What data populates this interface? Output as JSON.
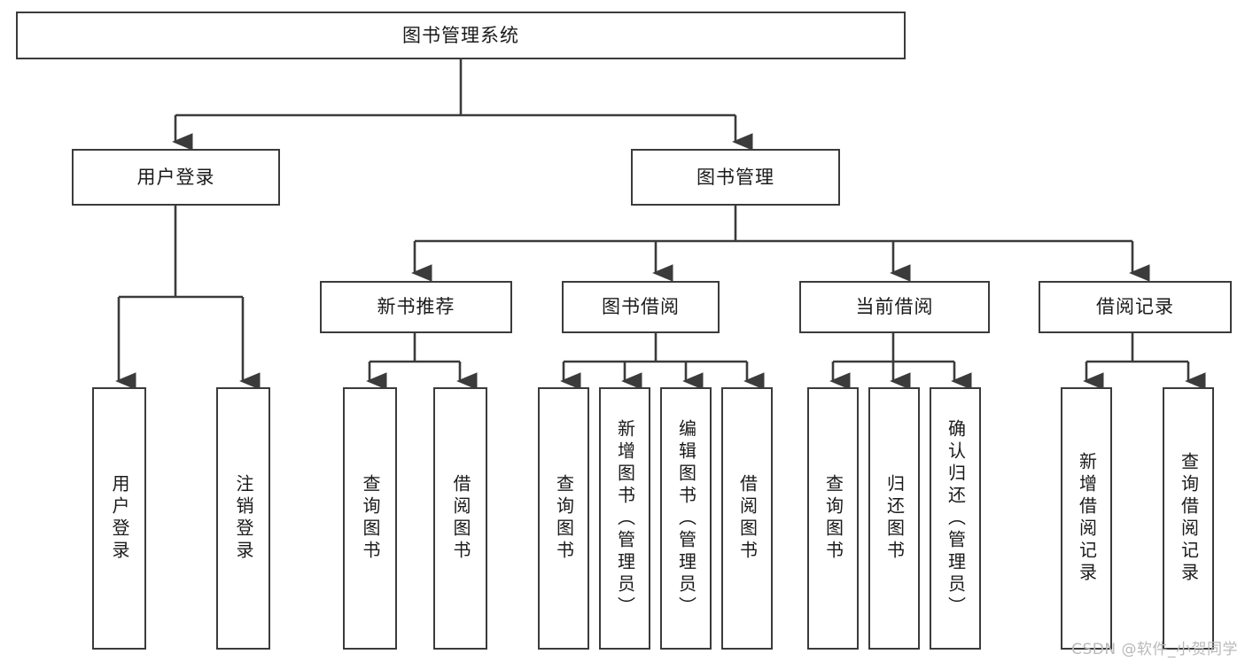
{
  "diagram": {
    "title": "图书管理系统",
    "watermark": "CSDN @软件_小贺同学",
    "line_color": "#3b3b3b",
    "box_fill": "#ffffff",
    "text_color": "#1a1a1a",
    "watermark_color": "#b9b9b9"
  },
  "nodes": {
    "root": {
      "label": "图书管理系统"
    },
    "level2": [
      {
        "label": "用户登录"
      },
      {
        "label": "图书管理"
      }
    ],
    "level3": [
      {
        "label": "新书推荐"
      },
      {
        "label": "图书借阅"
      },
      {
        "label": "当前借阅"
      },
      {
        "label": "借阅记录"
      }
    ],
    "leaves_user_login": [
      {
        "label": "用户登录"
      },
      {
        "label": "注销登录"
      }
    ],
    "leaves_new_book": [
      {
        "label": "查询图书"
      },
      {
        "label": "借阅图书"
      }
    ],
    "leaves_borrow": [
      {
        "label": "查询图书"
      },
      {
        "label": "新增图书（管理员）"
      },
      {
        "label": "编辑图书（管理员）"
      },
      {
        "label": "借阅图书"
      }
    ],
    "leaves_current": [
      {
        "label": "查询图书"
      },
      {
        "label": "归还图书"
      },
      {
        "label": "确认归还（管理员）"
      }
    ],
    "leaves_records": [
      {
        "label": "新增借阅记录"
      },
      {
        "label": "查询借阅记录"
      }
    ]
  }
}
